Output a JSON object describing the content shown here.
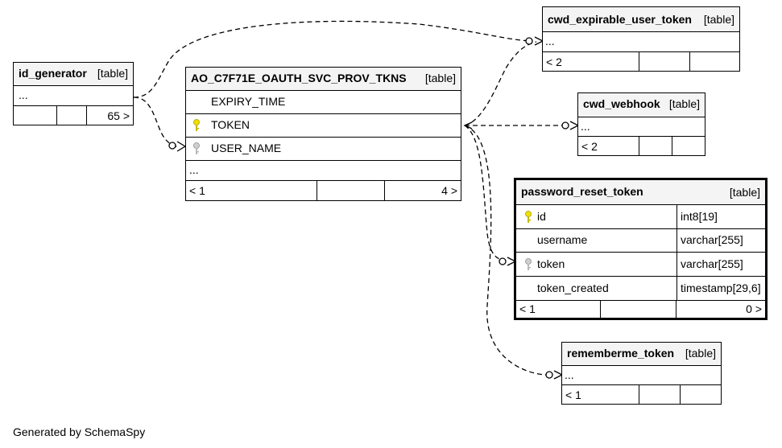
{
  "credit": "Generated by SchemaSpy",
  "tables": {
    "id_generator": {
      "name": "id_generator",
      "kind": "[table]",
      "rows": [
        "..."
      ],
      "footer": [
        "",
        "",
        "65 >"
      ]
    },
    "ao": {
      "name": "AO_C7F71E_OAUTH_SVC_PROV_TKNS",
      "kind": "[table]",
      "columns": [
        "EXPIRY_TIME",
        "TOKEN",
        "USER_NAME"
      ],
      "ellipsis": "...",
      "footer": [
        "< 1",
        "",
        "4 >"
      ]
    },
    "cwd_expirable": {
      "name": "cwd_expirable_user_token",
      "kind": "[table]",
      "rows": [
        "..."
      ],
      "footer": [
        "< 2",
        "",
        ""
      ]
    },
    "cwd_webhook": {
      "name": "cwd_webhook",
      "kind": "[table]",
      "rows": [
        "..."
      ],
      "footer": [
        "< 2",
        "",
        ""
      ]
    },
    "password_reset": {
      "name": "password_reset_token",
      "kind": "[table]",
      "columns": [
        {
          "name": "id",
          "type": "int8[19]"
        },
        {
          "name": "username",
          "type": "varchar[255]"
        },
        {
          "name": "token",
          "type": "varchar[255]"
        },
        {
          "name": "token_created",
          "type": "timestamp[29,6]"
        }
      ],
      "footer": [
        "< 1",
        "",
        "0 >"
      ]
    },
    "rememberme": {
      "name": "rememberme_token",
      "kind": "[table]",
      "rows": [
        "..."
      ],
      "footer": [
        "< 1",
        "",
        ""
      ]
    }
  },
  "colors": {
    "primary_key": "#f0e000",
    "foreign_key": "#b8b8b8",
    "header_bg": "#f4f4f4"
  },
  "icons": {
    "primary_key": "key-icon",
    "foreign_key": "key-icon"
  }
}
